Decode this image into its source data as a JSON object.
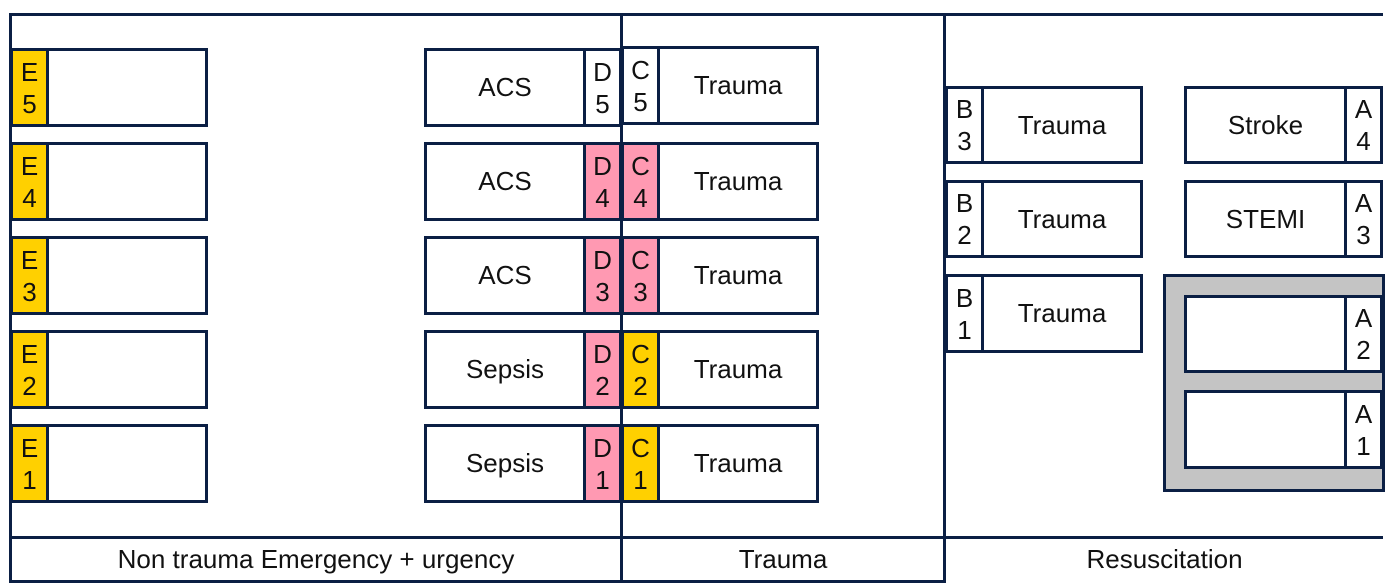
{
  "zones": [
    {
      "label": "Non trauma Emergency + urgency"
    },
    {
      "label": "Trauma"
    },
    {
      "label": "Resuscitation"
    }
  ],
  "bays": {
    "E": [
      {
        "letter": "E",
        "num": "5",
        "label": "",
        "color": "#ffd000"
      },
      {
        "letter": "E",
        "num": "4",
        "label": "",
        "color": "#ffd000"
      },
      {
        "letter": "E",
        "num": "3",
        "label": "",
        "color": "#ffd000"
      },
      {
        "letter": "E",
        "num": "2",
        "label": "",
        "color": "#ffd000"
      },
      {
        "letter": "E",
        "num": "1",
        "label": "",
        "color": "#ffd000"
      }
    ],
    "D": [
      {
        "letter": "D",
        "num": "5",
        "label": "ACS",
        "color": "#ffffff"
      },
      {
        "letter": "D",
        "num": "4",
        "label": "ACS",
        "color": "#ff99b2"
      },
      {
        "letter": "D",
        "num": "3",
        "label": "ACS",
        "color": "#ff99b2"
      },
      {
        "letter": "D",
        "num": "2",
        "label": "Sepsis",
        "color": "#ff99b2"
      },
      {
        "letter": "D",
        "num": "1",
        "label": "Sepsis",
        "color": "#ff99b2"
      }
    ],
    "C": [
      {
        "letter": "C",
        "num": "5",
        "label": "Trauma",
        "color": "#ffffff"
      },
      {
        "letter": "C",
        "num": "4",
        "label": "Trauma",
        "color": "#ff99b2"
      },
      {
        "letter": "C",
        "num": "3",
        "label": "Trauma",
        "color": "#ff99b2"
      },
      {
        "letter": "C",
        "num": "2",
        "label": "Trauma",
        "color": "#ffd000"
      },
      {
        "letter": "C",
        "num": "1",
        "label": "Trauma",
        "color": "#ffd000"
      }
    ],
    "B": [
      {
        "letter": "B",
        "num": "3",
        "label": "Trauma",
        "color": "#ffffff"
      },
      {
        "letter": "B",
        "num": "2",
        "label": "Trauma",
        "color": "#ffffff"
      },
      {
        "letter": "B",
        "num": "1",
        "label": "Trauma",
        "color": "#ffffff"
      }
    ],
    "A": [
      {
        "letter": "A",
        "num": "4",
        "label": "Stroke",
        "color": "#ffffff"
      },
      {
        "letter": "A",
        "num": "3",
        "label": "STEMI",
        "color": "#ffffff"
      },
      {
        "letter": "A",
        "num": "2",
        "label": "",
        "color": "#ffffff"
      },
      {
        "letter": "A",
        "num": "1",
        "label": "",
        "color": "#ffffff"
      }
    ]
  }
}
